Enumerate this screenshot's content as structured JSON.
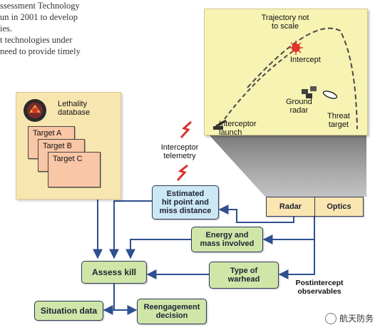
{
  "body_text": {
    "lines": [
      "ssessment Technology",
      "un in 2001 to develop",
      "ies.",
      "t  technologies  under",
      "need to provide timely"
    ]
  },
  "trajectory_panel": {
    "note": [
      "Trajectory not",
      "to scale"
    ],
    "intercept": "Intercept",
    "ground_radar": [
      "Ground",
      "radar"
    ],
    "threat_target": [
      "Threat",
      "target"
    ],
    "interceptor_launch": [
      "Interceptor",
      "launch"
    ]
  },
  "database": {
    "title": [
      "Lethality",
      "database"
    ],
    "targets": [
      "Target A",
      "Target B",
      "Target C"
    ]
  },
  "interceptor_telemetry": [
    "Interceptor",
    "telemetry"
  ],
  "sensors": {
    "radar": "Radar",
    "optics": "Optics"
  },
  "estimated_box": [
    "Estimated",
    "hit point and",
    "miss distance"
  ],
  "energy_box": [
    "Energy and",
    "mass involved"
  ],
  "warhead_box": [
    "Type of",
    "warhead"
  ],
  "assess_kill": "Assess kill",
  "situation_data": "Situation data",
  "reengagement": [
    "Reengagement",
    "decision"
  ],
  "postintercept": [
    "Postintercept",
    "observables"
  ],
  "watermark": "航天防务",
  "colors": {
    "arrow": "#2f4f8f",
    "panel_fill": "#f6f3b3",
    "green_box": "#cfe6a8",
    "blue_box": "#cde8f5",
    "tan_box": "#fbe5b1",
    "signal": "#d9322b"
  }
}
